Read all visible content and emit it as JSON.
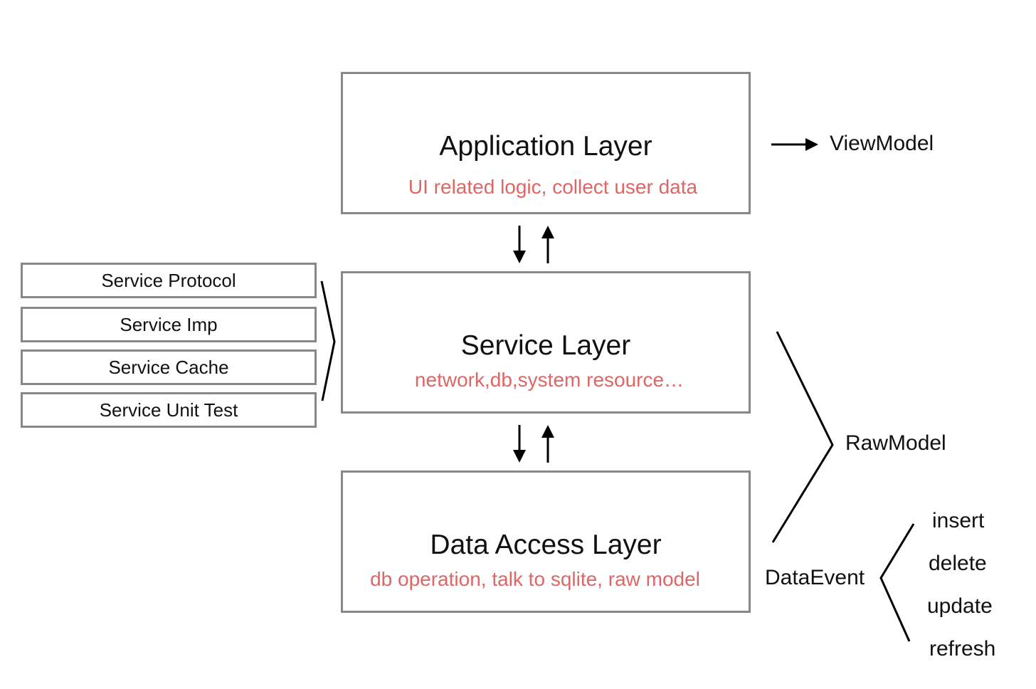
{
  "colors": {
    "box_border": "#888888",
    "title_text": "#111111",
    "description_text": "#e06666",
    "line": "#000000"
  },
  "layers": {
    "application": {
      "title": "Application Layer",
      "description": "UI related logic, collect user data"
    },
    "service": {
      "title": "Service Layer",
      "description": "network,db,system resource…"
    },
    "data_access": {
      "title": "Data Access Layer",
      "description": "db operation, talk to sqlite, raw model"
    }
  },
  "service_components": [
    "Service Protocol",
    "Service Imp",
    "Service Cache",
    "Service Unit Test"
  ],
  "outputs": {
    "view_model": "ViewModel",
    "raw_model": "RawModel",
    "data_event": "DataEvent"
  },
  "data_event_types": [
    "insert",
    "delete",
    "update",
    "refresh"
  ]
}
